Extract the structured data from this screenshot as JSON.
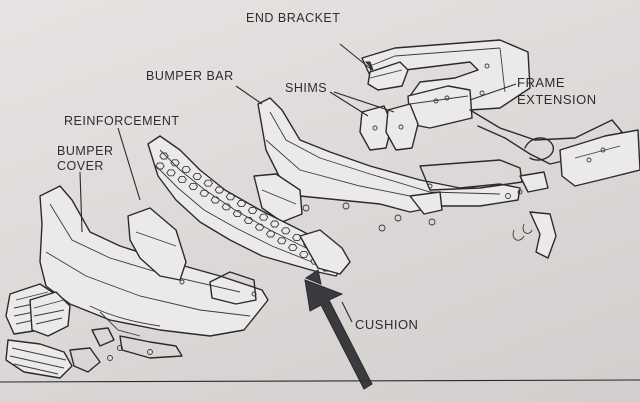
{
  "diagram": {
    "labels": {
      "end_bracket": "END BRACKET",
      "bumper_bar": "BUMPER BAR",
      "shims": "SHIMS",
      "frame_extension": [
        "FRAME",
        "EXTENSION"
      ],
      "reinforcement": "REINFORCEMENT",
      "bumper_cover": [
        "BUMPER",
        "COVER"
      ],
      "cushion": "CUSHION"
    }
  }
}
